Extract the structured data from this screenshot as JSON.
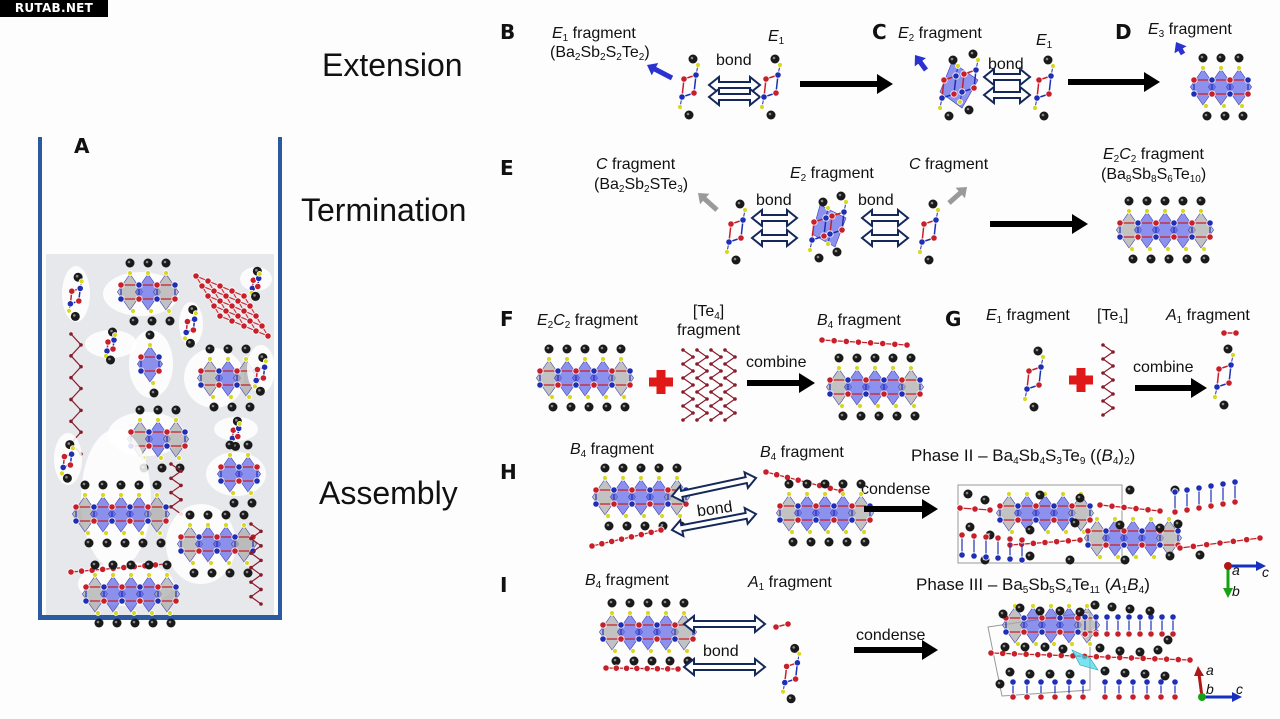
{
  "watermark": "RUTAB.NET",
  "stages": {
    "extension": "Extension",
    "termination": "Termination",
    "assembly": "Assembly"
  },
  "panels": {
    "A": {
      "letter": "A"
    },
    "B": {
      "letter": "B",
      "left_label": "E",
      "left_sub": "1",
      "left_suffix": " fragment",
      "left_formula_html": "(Ba<sub>2</sub>Sb<sub>2</sub>S<sub>2</sub>Te<sub>2</sub>)",
      "bond": "bond",
      "right_label": "E",
      "right_sub": "1"
    },
    "C": {
      "letter": "C",
      "left_label": "E",
      "left_sub": "2",
      "left_suffix": " fragment",
      "bond": "bond",
      "right_label": "E",
      "right_sub": "1"
    },
    "D": {
      "letter": "D",
      "label": "E",
      "label_sub": "3",
      "label_suffix": " fragment"
    },
    "E": {
      "letter": "E",
      "left_label": "C",
      "left_suffix": " fragment",
      "left_formula_html": "(Ba<sub>2</sub>Sb<sub>2</sub>STe<sub>3</sub>)",
      "mid_label": "E",
      "mid_sub": "2",
      "mid_suffix": " fragment",
      "bond1": "bond",
      "bond2": "bond",
      "right_label": "C",
      "right_suffix": " fragment",
      "product_label_html": "<i>E</i><sub>2</sub><i>C</i><sub>2</sub> fragment",
      "product_formula_html": "(Ba<sub>8</sub>Sb<sub>8</sub>S<sub>6</sub>Te<sub>10</sub>)"
    },
    "F": {
      "letter": "F",
      "left_label_html": "<i>E</i><sub>2</sub><i>C</i><sub>2</sub> fragment",
      "mid_label_html": "[Te<sub>4</sub>]<br>fragment",
      "action": "combine",
      "right_label_html": "<i>B</i><sub>4</sub> fragment"
    },
    "G": {
      "letter": "G",
      "left_label_html": "<i>E</i><sub>1</sub> fragment",
      "mid_label_html": "[Te<sub>1</sub>]",
      "action": "combine",
      "right_label_html": "<i>A</i><sub>1</sub> fragment"
    },
    "H": {
      "letter": "H",
      "left_label_html": "<i>B</i><sub>4</sub> fragment",
      "right_label_html": "<i>B</i><sub>4</sub> fragment",
      "bond": "bond",
      "action": "condense",
      "product_html": "Phase II – Ba<sub>4</sub>Sb<sub>4</sub>S<sub>3</sub>Te<sub>9</sub> ((<i>B</i><sub>4</sub>)<sub>2</sub>)",
      "axes": {
        "a": "a",
        "b": "b",
        "c": "c"
      }
    },
    "I": {
      "letter": "I",
      "left_label_html": "<i>B</i><sub>4</sub> fragment",
      "right_label_html": "<i>A</i><sub>1</sub> fragment",
      "bond": "bond",
      "action": "condense",
      "product_html": "Phase III – Ba<sub>5</sub>Sb<sub>5</sub>S<sub>4</sub>Te<sub>11</sub> (<i>A</i><sub>1</sub><i>B</i><sub>4</sub>)",
      "axes": {
        "a": "a",
        "b": "b",
        "c": "c"
      }
    }
  },
  "colors": {
    "ba_atom": "#1a1a1a",
    "sb_atom": "#1f2fb5",
    "te_atom": "#c8202a",
    "s_atom": "#d8d820",
    "polyhedron": "#5b63e6",
    "gray_polyhedron": "#a8a8a8",
    "beaker": "#2c5aa0",
    "bond_arrow": "#14285a",
    "plus": "#e01818",
    "gray_arrow": "#9a9a9a",
    "blue_arrow": "#2a32d0",
    "axis_a": "#b01818",
    "axis_b": "#18a018",
    "axis_c": "#1830c0"
  }
}
